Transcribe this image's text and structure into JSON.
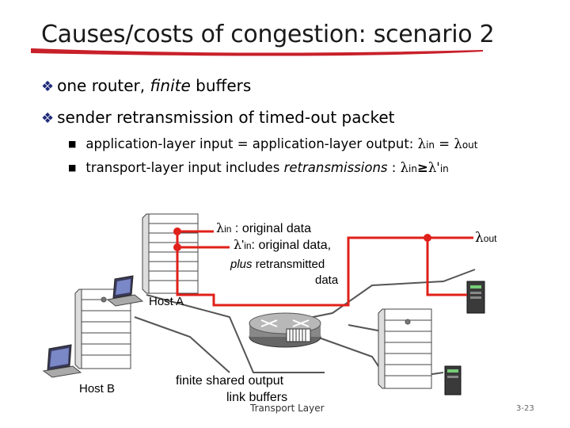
{
  "slide": {
    "title": "Causes/costs of congestion: scenario 2",
    "bullets": [
      {
        "pre": "one router, ",
        "em": "finite",
        "post": " buffers"
      },
      {
        "text": "sender retransmission of timed-out packet"
      }
    ],
    "sub_bullets": [
      {
        "text": "application-layer input = application-layer output: ",
        "lhs_sym": "λ",
        "lhs_sub": "in",
        "op": " = ",
        "rhs_sym": "λ",
        "rhs_sub": "out"
      },
      {
        "pre": "transport-layer input includes ",
        "em": "retransmissions",
        "post": " : ",
        "lhs_sym": "λ",
        "lhs_sub": "in",
        "op": "≥",
        "rhs_sym": "λ",
        "rhs_prime": "'",
        "rhs_sub": "in"
      }
    ]
  },
  "diagram": {
    "legend_lambda_in": {
      "sym": "λ",
      "sub": "in",
      "text": " : original data"
    },
    "legend_lambda_prime_in": {
      "sym": "λ",
      "prime": "'",
      "sub": "in",
      "text": ": original data,"
    },
    "legend_plus": {
      "em": "plus",
      "text": " retransmitted"
    },
    "legend_data": "data",
    "lambda_out": {
      "sym": "λ",
      "sub": "out"
    },
    "host_a": "Host A",
    "host_b": "Host B",
    "router_caption_line1": "finite shared output",
    "router_caption_line2": "link buffers"
  },
  "footer": {
    "center": "Transport Layer",
    "page": "3-23"
  },
  "colors": {
    "flow": "#e0201a",
    "title_underline": "#c8202a",
    "link": "#555555"
  }
}
